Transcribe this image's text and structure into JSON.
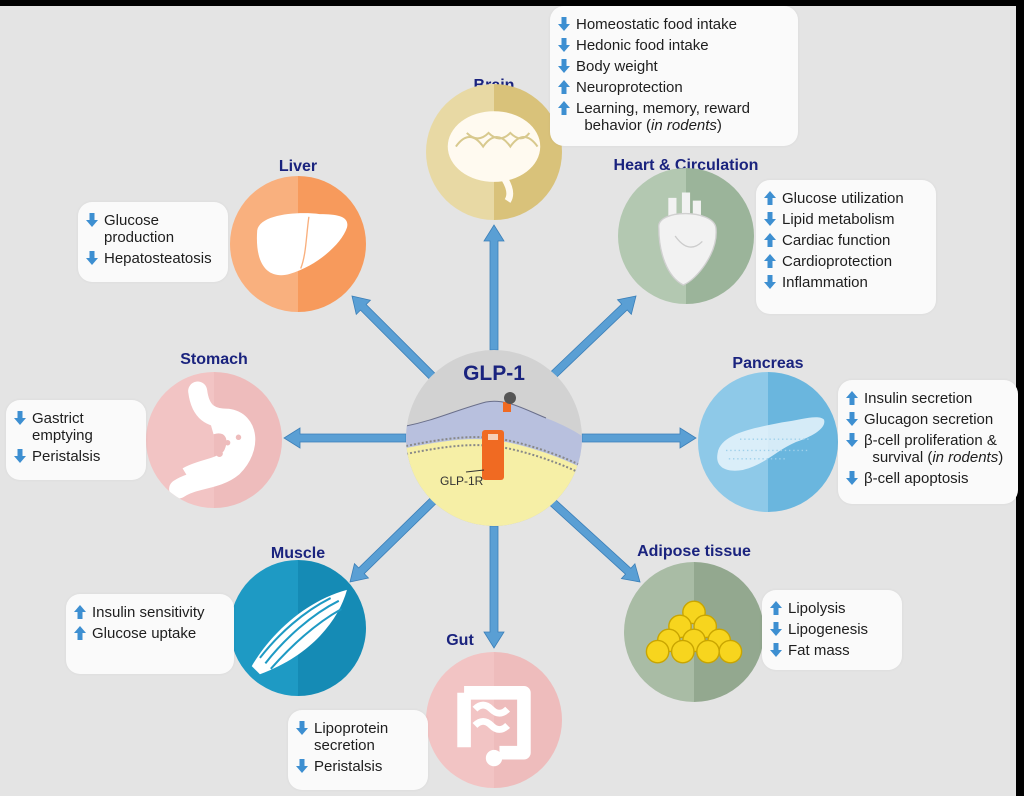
{
  "center": {
    "title": "GLP-1",
    "receptor_label": "GLP-1R"
  },
  "arrow_color": "#5a9fd4",
  "arrow_up_color": "#3d8fd1",
  "title_color": "#1a237e",
  "organs": [
    {
      "id": "brain",
      "title": "Brain",
      "colors": [
        "#e8d9a4",
        "#d9c27a"
      ],
      "icon": "brain-icon",
      "effects": [
        {
          "direction": "down",
          "text": "Homeostatic food intake"
        },
        {
          "direction": "down",
          "text": "Hedonic food intake"
        },
        {
          "direction": "down",
          "text": "Body weight"
        },
        {
          "direction": "up",
          "text": "Neuroprotection"
        },
        {
          "direction": "up",
          "text": "Learning, memory, reward",
          "text2": "behavior (",
          "italic": "in rodents",
          "text3": ")"
        }
      ]
    },
    {
      "id": "heart",
      "title": "Heart & Circulation",
      "colors": [
        "#b3c8b1",
        "#9bb49a"
      ],
      "icon": "heart-icon",
      "effects": [
        {
          "direction": "up",
          "text": "Glucose utilization"
        },
        {
          "direction": "down",
          "text": "Lipid metabolism"
        },
        {
          "direction": "up",
          "text": "Cardiac function"
        },
        {
          "direction": "up",
          "text": "Cardioprotection"
        },
        {
          "direction": "down",
          "text": "Inflammation"
        }
      ]
    },
    {
      "id": "pancreas",
      "title": "Pancreas",
      "colors": [
        "#8ec9e8",
        "#6ab6de"
      ],
      "icon": "pancreas-icon",
      "effects": [
        {
          "direction": "up",
          "text": "Insulin secretion"
        },
        {
          "direction": "down",
          "text": "Glucagon secretion"
        },
        {
          "direction": "down",
          "text": "β-cell proliferation &",
          "text2": "survival (",
          "italic": "in rodents",
          "text3": ")"
        },
        {
          "direction": "down",
          "text": "β-cell apoptosis"
        }
      ]
    },
    {
      "id": "adipose",
      "title": "Adipose tissue",
      "colors": [
        "#a9bca5",
        "#93a88f"
      ],
      "icon": "fat-cells-icon",
      "effects": [
        {
          "direction": "up",
          "text": "Lipolysis"
        },
        {
          "direction": "down",
          "text": "Lipogenesis"
        },
        {
          "direction": "down",
          "text": "Fat mass"
        }
      ]
    },
    {
      "id": "gut",
      "title": "Gut",
      "colors": [
        "#f2c4c4",
        "#eebcbc"
      ],
      "icon": "intestine-icon",
      "effects": [
        {
          "direction": "down",
          "text": "Lipoprotein\nsecretion"
        },
        {
          "direction": "down",
          "text": "Peristalsis"
        }
      ]
    },
    {
      "id": "muscle",
      "title": "Muscle",
      "colors": [
        "#1e9ac4",
        "#158bb5"
      ],
      "icon": "muscle-icon",
      "effects": [
        {
          "direction": "up",
          "text": "Insulin sensitivity"
        },
        {
          "direction": "up",
          "text": "Glucose uptake"
        }
      ]
    },
    {
      "id": "stomach",
      "title": "Stomach",
      "colors": [
        "#f2c4c4",
        "#eebcbc"
      ],
      "icon": "stomach-icon",
      "effects": [
        {
          "direction": "down",
          "text": "Gastrict\nemptying"
        },
        {
          "direction": "down",
          "text": "Peristalsis"
        }
      ]
    },
    {
      "id": "liver",
      "title": "Liver",
      "colors": [
        "#f9b07e",
        "#f79a5c"
      ],
      "icon": "liver-icon",
      "effects": [
        {
          "direction": "down",
          "text": "Glucose\nproduction"
        },
        {
          "direction": "down",
          "text": "Hepatosteatosis"
        }
      ]
    }
  ]
}
